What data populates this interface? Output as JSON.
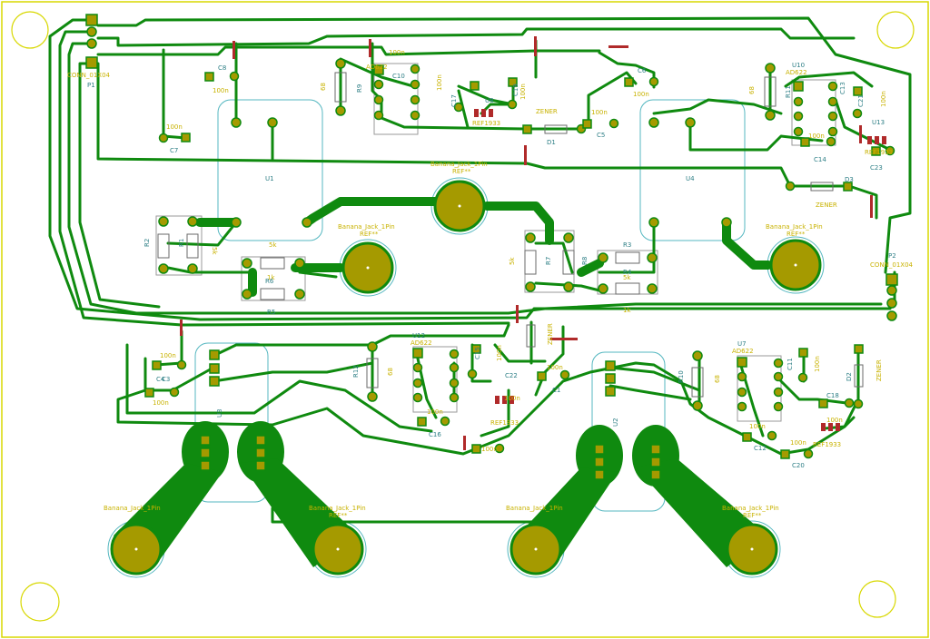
{
  "colors": {
    "background": "#ffffff",
    "edge": "#d8d800",
    "copper": "#0f8a0f",
    "pad": "#a59a00",
    "silkscreen": "#c8b200",
    "reference": "#2e7f86",
    "via": "#b02a2a"
  },
  "labels": {
    "p1_conn": "CONN_01X04",
    "p1_ref": "P1",
    "p2_conn": "CONN_01X04",
    "p2_ref": "P2",
    "ad622": "AD622",
    "ref1933": "REF1933",
    "zener": "ZENER",
    "banana": "Banana_Jack_1Pin",
    "ref_star": "REF**",
    "cap_100n": "100n",
    "res_68": "68",
    "res_5k": "5k",
    "res_1k": "1k",
    "u1": "U1",
    "u2": "U2",
    "u3": "U3",
    "u4": "U4",
    "u12": "U12",
    "u8": "U8",
    "u13": "U13",
    "u7": "U7",
    "u10": "U10",
    "d1": "D1",
    "d2": "D2",
    "d3": "D3",
    "c1": "C1",
    "c3": "C3",
    "c4": "C4",
    "c5": "C5",
    "c6": "C6",
    "c7": "C7",
    "c8": "C8",
    "c10": "C10",
    "c11": "C11",
    "c12": "C12",
    "c13": "C13",
    "c14": "C14",
    "c15": "C15",
    "c16": "C16",
    "c17": "C17",
    "c18": "C18",
    "c19": "C19",
    "c20": "C20",
    "c21": "C21",
    "c22": "C22",
    "c23": "C23",
    "r1": "R1",
    "r2": "R2",
    "r3": "R3",
    "r4": "R4",
    "r5": "R5",
    "r6": "R6",
    "r7": "R7",
    "r8": "R8",
    "r9": "R9",
    "r10": "R10",
    "r11": "R11",
    "r12": "R12"
  }
}
